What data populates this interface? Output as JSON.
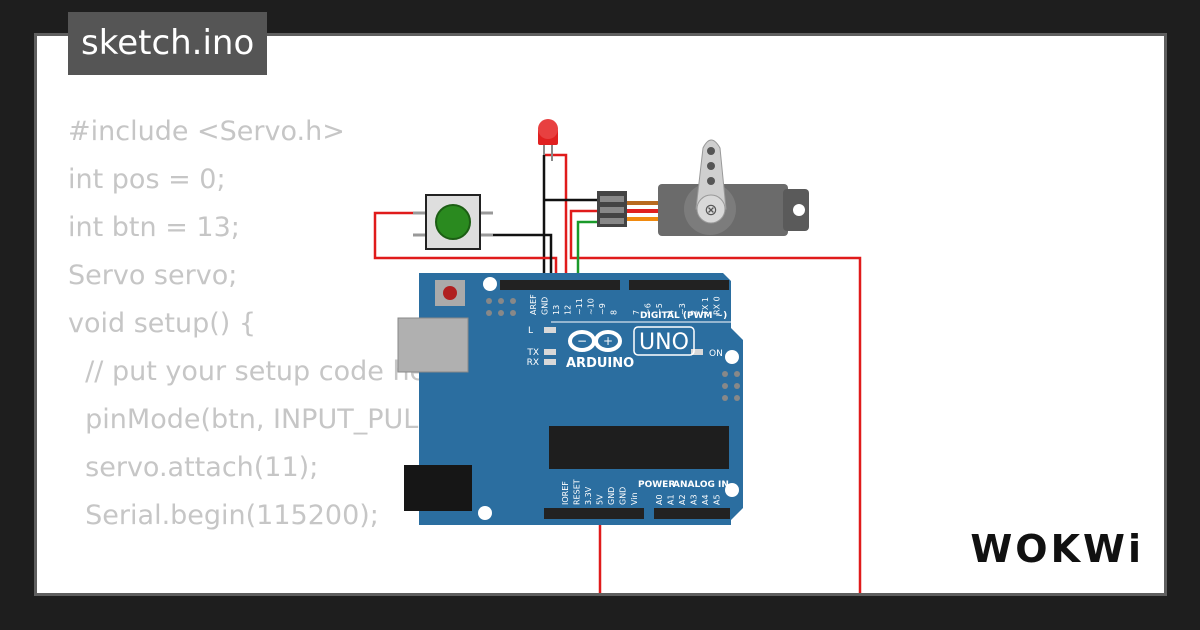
{
  "file_tab": {
    "label": "sketch.ino"
  },
  "code_lines": [
    "#include <Servo.h>",
    "",
    "int pos = 0;",
    "int btn = 13;",
    "Servo servo;",
    "",
    "void setup() {",
    "  // put your setup code here, to run once:",
    "  pinMode(btn, INPUT_PULLUP);",
    "  servo.attach(11);",
    "  Serial.begin(115200);"
  ],
  "board": {
    "brand": "ARDUINO",
    "model": "UNO",
    "digital_label": "DIGITAL (PWM ~)",
    "power_label": "POWER",
    "analog_label": "ANALOG IN",
    "on_label": "ON",
    "led_labels": [
      "L",
      "TX",
      "RX"
    ],
    "digital_pins": [
      "AREF",
      "GND",
      "13",
      "12",
      "~11",
      "~10",
      "~9",
      "8",
      "7",
      "~6",
      "~5",
      "4",
      "~3",
      "2",
      "TX 1",
      "RX 0"
    ],
    "power_pins": [
      "IOREF",
      "RESET",
      "3.3V",
      "5V",
      "GND",
      "GND",
      "Vin"
    ],
    "analog_pins": [
      "A0",
      "A1",
      "A2",
      "A3",
      "A4",
      "A5"
    ]
  },
  "logo": {
    "text": "WOKWi"
  },
  "colors": {
    "board": "#2b6ea0",
    "wire_red": "#e01b1b",
    "wire_black": "#111111",
    "wire_green": "#1a9a2a",
    "code_text": "#c6c6c6",
    "tab_bg": "#555555"
  }
}
